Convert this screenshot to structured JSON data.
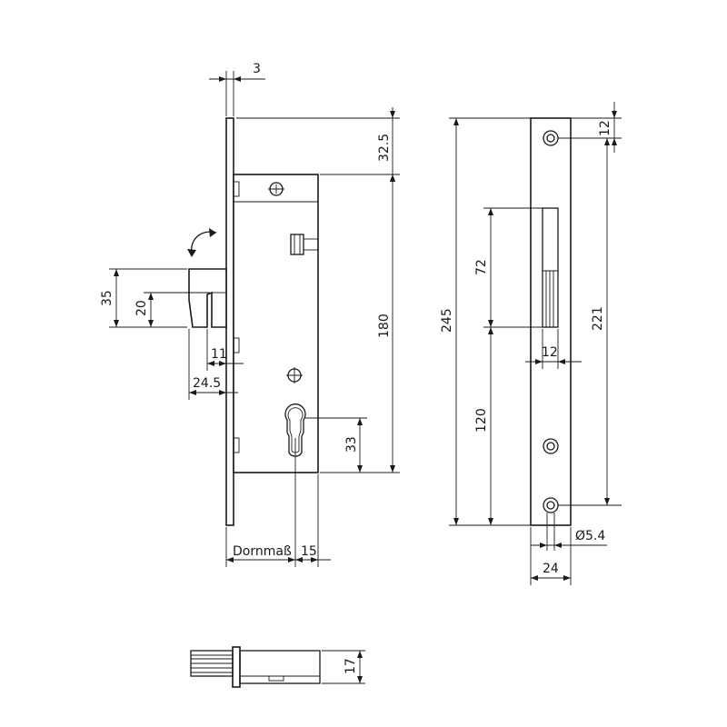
{
  "dimensions": {
    "faceplate_thickness": "3",
    "top_offset": "32.5",
    "case_height": "180",
    "latch_height": "35",
    "latch_inner": "20",
    "latch_depth": "11",
    "latch_projection": "24.5",
    "cylinder_height": "33",
    "backset_label": "Dornmaß",
    "cylinder_offset": "15",
    "total_length": "245",
    "hole_offset_top": "12",
    "hole_spacing": "221",
    "latch_opening_height": "72",
    "opening_to_cylinder": "120",
    "latch_opening_width": "12",
    "hole_diameter": "Ø5.4",
    "faceplate_width": "24",
    "bolt_height": "17"
  },
  "colors": {
    "line": "#1a1a1a",
    "background": "#ffffff"
  }
}
